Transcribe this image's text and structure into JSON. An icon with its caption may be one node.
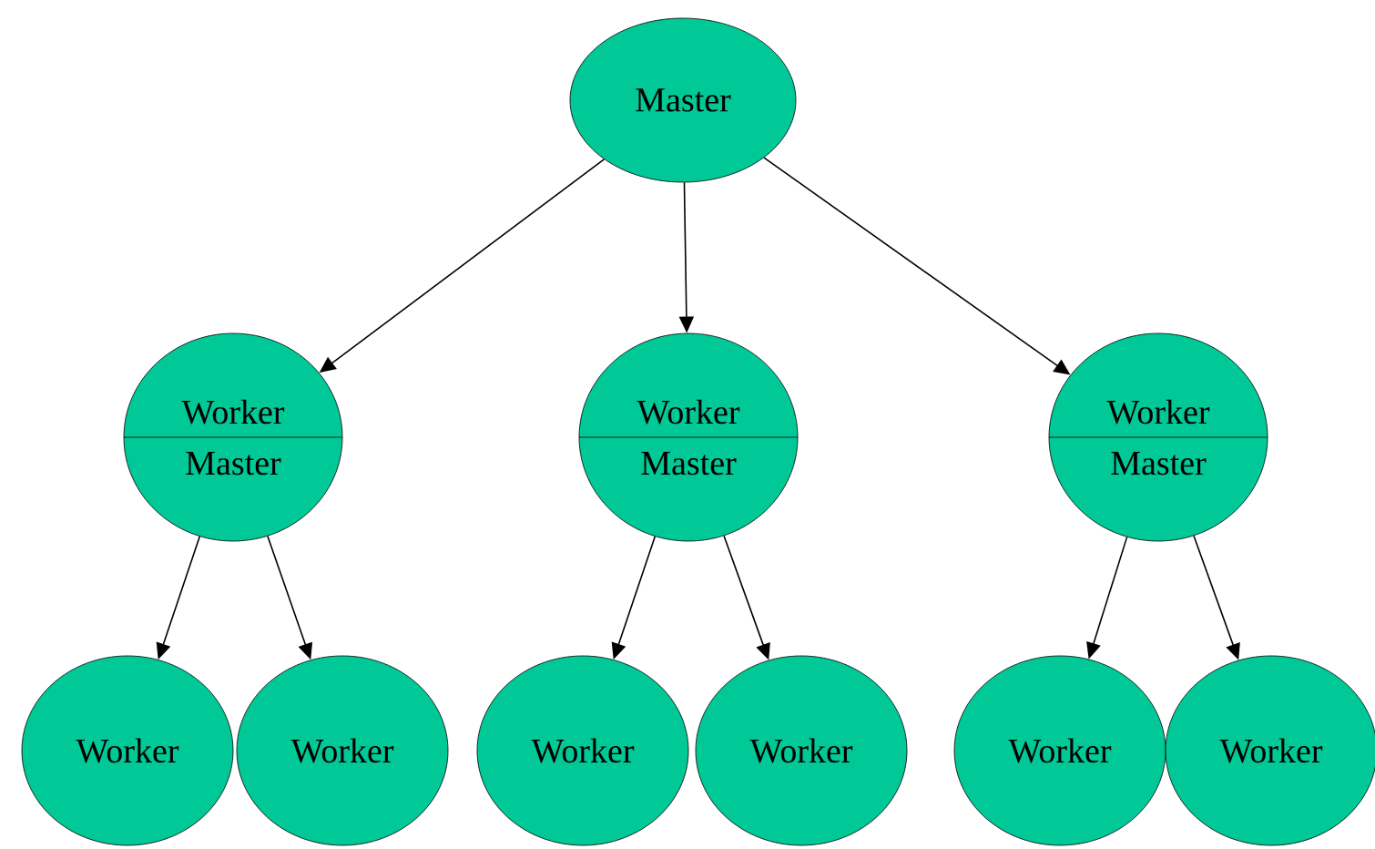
{
  "diagram": {
    "nodes": [
      {
        "text": [
          "Master"
        ]
      },
      {
        "text": [
          "Worker",
          "Master"
        ]
      },
      {
        "text": [
          "Worker",
          "Master"
        ]
      },
      {
        "text": [
          "Worker",
          "Master"
        ]
      },
      {
        "text": [
          "Worker"
        ]
      },
      {
        "text": [
          "Worker"
        ]
      },
      {
        "text": [
          "Worker"
        ]
      },
      {
        "text": [
          "Worker"
        ]
      },
      {
        "text": [
          "Worker"
        ]
      },
      {
        "text": [
          "Worker"
        ]
      }
    ],
    "edges": [
      {
        "from": 0,
        "to": 1,
        "arrow": "to"
      },
      {
        "from": 0,
        "to": 2,
        "arrow": "to"
      },
      {
        "from": 0,
        "to": 3,
        "arrow": "to"
      },
      {
        "from": 1,
        "to": 4,
        "arrow": "to"
      },
      {
        "from": 1,
        "to": 5,
        "arrow": "to"
      },
      {
        "from": 2,
        "to": 6,
        "arrow": "to"
      },
      {
        "from": 2,
        "to": 7,
        "arrow": "to"
      },
      {
        "from": 3,
        "to": 8,
        "arrow": "to"
      },
      {
        "from": 3,
        "to": 9,
        "arrow": "to"
      }
    ]
  }
}
